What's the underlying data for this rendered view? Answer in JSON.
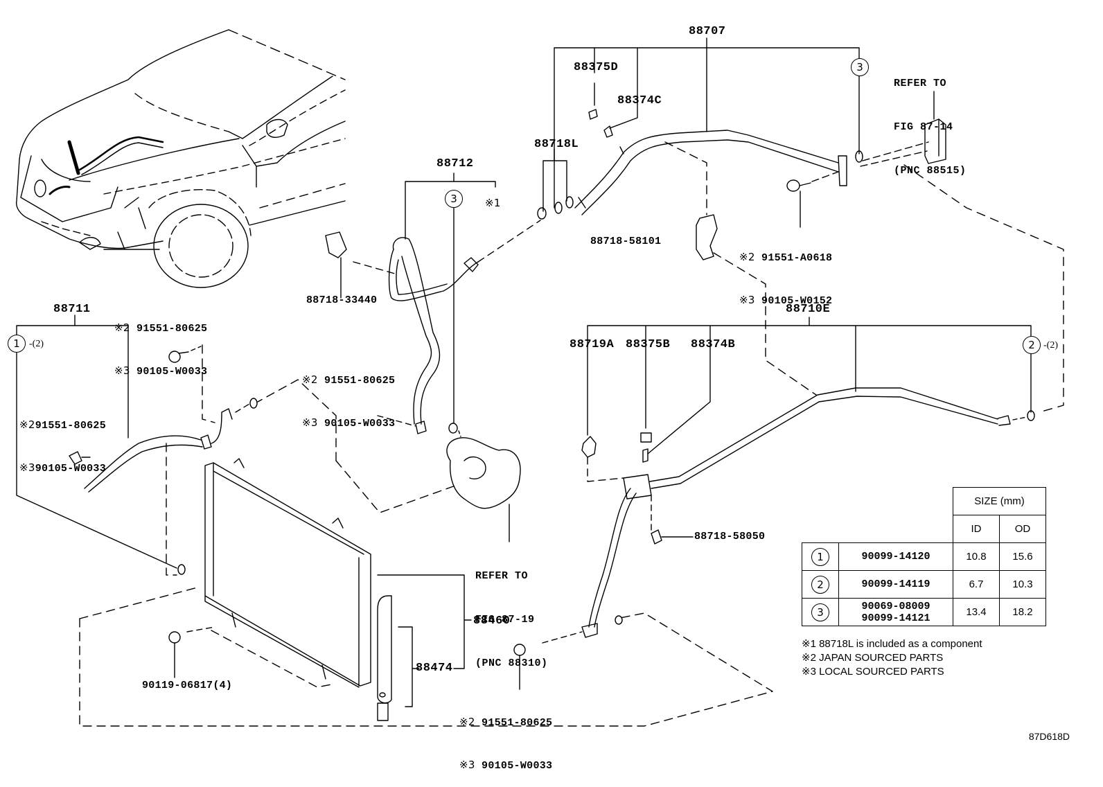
{
  "figure_code": "87D618D",
  "parts": {
    "p88707": "88707",
    "p88375D": "88375D",
    "p88374C": "88374C",
    "p88718L": "88718L",
    "p88712": "88712",
    "p88718_33440": "88718-33440",
    "p88718_58101": "88718-58101",
    "p88711": "88711",
    "p88710E": "88710E",
    "p88719A": "88719A",
    "p88375B": "88375B",
    "p88374B": "88374B",
    "p88718_58050": "88718-58050",
    "p88460": "88460",
    "p88474": "88474",
    "p90119": "90119-06817(4)"
  },
  "bolt_callouts": [
    {
      "japan": "91551-A0618",
      "local": "90105-W0152"
    },
    {
      "japan": "91551-80625",
      "local": "90105-W0033"
    },
    {
      "japan": "91551-80625",
      "local": "90105-W0033"
    },
    {
      "japan": "91551-80625",
      "local": "90105-W0033"
    },
    {
      "japan": "91551-80625",
      "local": "90105-W0033"
    }
  ],
  "note_marks": {
    "n1": "※1",
    "n2": "※2",
    "n3": "※3"
  },
  "refer_blocks": [
    {
      "line1": "REFER TO",
      "line2": "FIG 87-14",
      "line3": "(PNC 88515)"
    },
    {
      "line1": "REFER TO",
      "line2": "FIG 87-19",
      "line3": "(PNC 88310)"
    }
  ],
  "ring_refs": {
    "r1": "1",
    "r1_qty": "-(2)",
    "r2": "2",
    "r2_qty": "-(2)",
    "r3a": "3",
    "r3b": "3"
  },
  "size_table": {
    "header": "SIZE (mm)",
    "col_id": "ID",
    "col_od": "OD",
    "rows": [
      {
        "ref": "1",
        "part_numbers": [
          "90099-14120"
        ],
        "id": "10.8",
        "od": "15.6"
      },
      {
        "ref": "2",
        "part_numbers": [
          "90099-14119"
        ],
        "id": "6.7",
        "od": "10.3"
      },
      {
        "ref": "3",
        "part_numbers": [
          "90069-08009",
          "90099-14121"
        ],
        "id": "13.4",
        "od": "18.2"
      }
    ]
  },
  "footnotes": [
    "※1 88718L is included as a component",
    "※2 JAPAN SOURCED PARTS",
    "※3 LOCAL SOURCED PARTS"
  ]
}
